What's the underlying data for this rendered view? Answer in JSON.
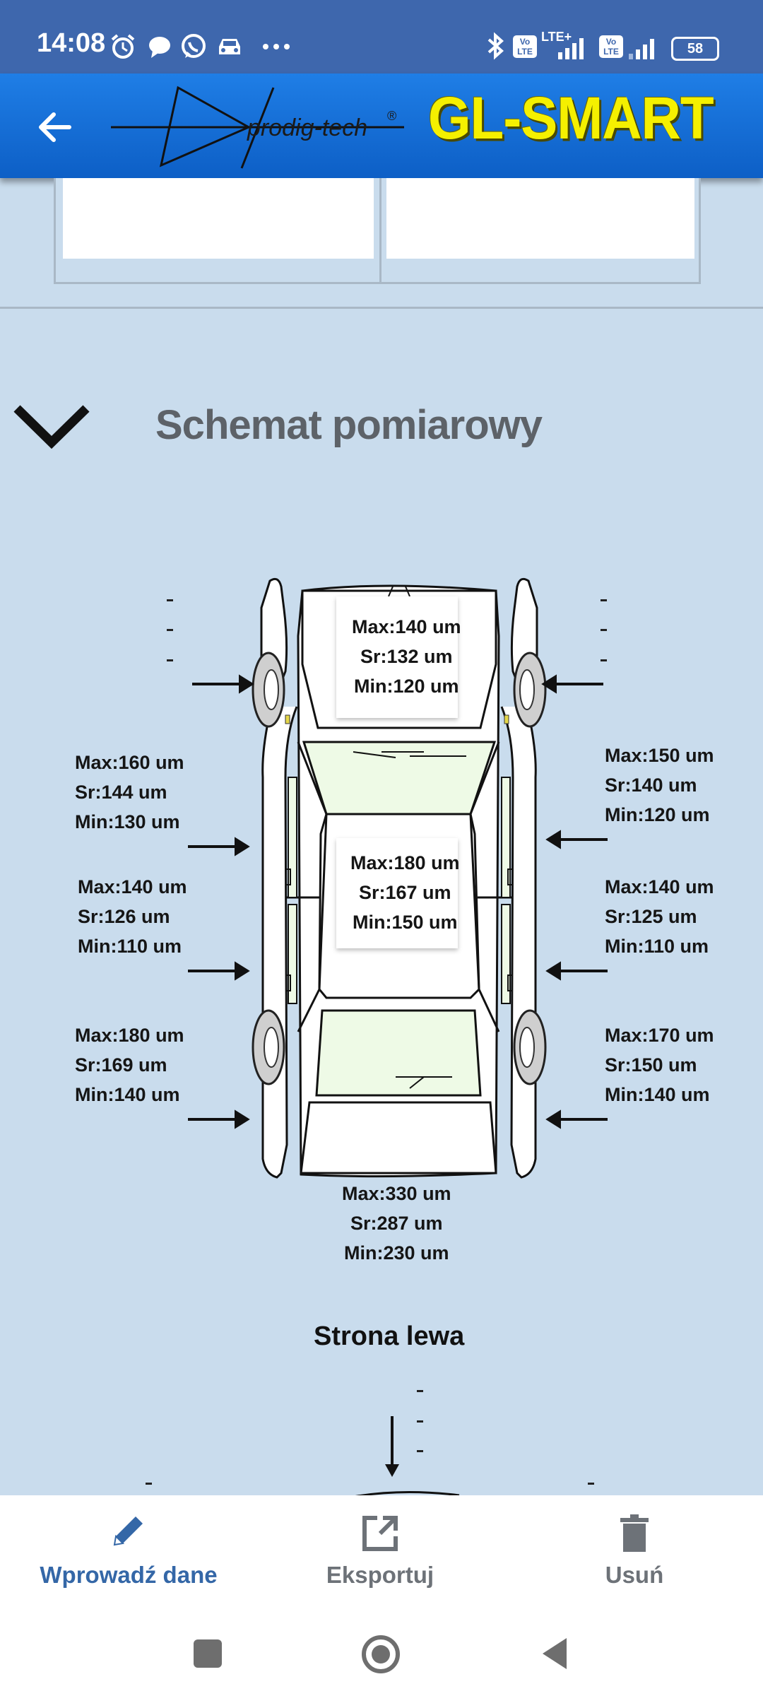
{
  "status_bar": {
    "time": "14:08",
    "battery": "58",
    "network_label": "LTE+",
    "volte_label": "Vo LTE"
  },
  "app_bar": {
    "brand_name": "prodig-tech",
    "brand_mark": "®",
    "title": "GL-SMART",
    "back_icon": "arrow-left-icon"
  },
  "section": {
    "title": "Schemat pomiarowy",
    "toggle_icon": "chevron-down-icon"
  },
  "measurements": {
    "hood": {
      "max": "Max:140 um",
      "avg": "Sr:132 um",
      "min": "Min:120 um"
    },
    "roof": {
      "max": "Max:180 um",
      "avg": "Sr:167 um",
      "min": "Min:150 um"
    },
    "trunk": {
      "max": "Max:330 um",
      "avg": "Sr:287 um",
      "min": "Min:230 um"
    },
    "left_front_door": {
      "max": "Max:160 um",
      "avg": "Sr:144 um",
      "min": "Min:130 um"
    },
    "left_rear_door": {
      "max": "Max:140 um",
      "avg": "Sr:126 um",
      "min": "Min:110 um"
    },
    "left_rear_fender": {
      "max": "Max:180 um",
      "avg": "Sr:169 um",
      "min": "Min:140 um"
    },
    "right_front_door": {
      "max": "Max:150 um",
      "avg": "Sr:140 um",
      "min": "Min:120 um"
    },
    "right_rear_door": {
      "max": "Max:140 um",
      "avg": "Sr:125 um",
      "min": "Min:110 um"
    },
    "right_rear_fender": {
      "max": "Max:170 um",
      "avg": "Sr:150 um",
      "min": "Min:140 um"
    }
  },
  "empty_marker": "-",
  "subsection": {
    "title": "Strona lewa"
  },
  "bottom_nav": {
    "enter_data": {
      "label": "Wprowadź dane",
      "icon": "pencil-icon"
    },
    "export": {
      "label": "Eksportuj",
      "icon": "export-icon"
    },
    "delete": {
      "label": "Usuń",
      "icon": "trash-icon"
    }
  },
  "colors": {
    "status_bar": "#3e67ad",
    "app_bar": "#1273df",
    "background": "#c9dced",
    "title_yellow": "#f5f000",
    "active_nav": "#3467a7",
    "inactive_nav": "#6d7278"
  }
}
